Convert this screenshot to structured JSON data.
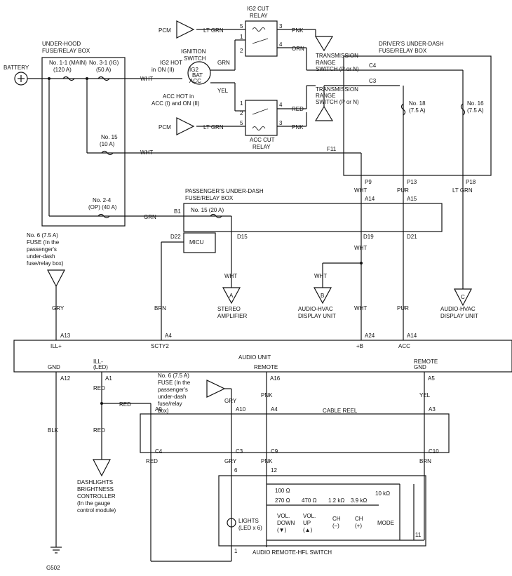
{
  "labels": {
    "battery": "BATTERY",
    "underhood_1": "UNDER-HOOD",
    "underhood_2": "FUSE/RELAY BOX",
    "fuse_main_1": "No. 1-1 (MAIN)",
    "fuse_main_2": "(120 A)",
    "fuse_ig_1": "No. 3-1 (IG)",
    "fuse_ig_2": "(50 A)",
    "fuse15_1": "No. 15",
    "fuse15_2": "(10 A)",
    "fuse24_1": "No. 2-4",
    "fuse24_2": "(OP) (40 A)",
    "ig2_hot_1": "IG2 HOT",
    "ig2_hot_2": "in ON (II)",
    "ign_sw_1": "IGNITION",
    "ign_sw_2": "SWITCH",
    "ig2": "IG2",
    "bat": "BAT",
    "acc": "ACC",
    "acc_hot_1": "ACC HOT in",
    "acc_hot_2": "ACC (I) and ON (II)",
    "wht": "WHT",
    "grn": "GRN",
    "yel": "YEL",
    "pcm": "PCM",
    "lt_grn": "LT GRN",
    "pnk": "PNK",
    "orn": "ORN",
    "red": "RED",
    "ig2cut_1": "IG2 CUT",
    "ig2cut_2": "RELAY",
    "acccut_1": "ACC CUT",
    "acccut_2": "RELAY",
    "trs_1": "TRANSMISSION",
    "trs_2": "RANGE",
    "trs_3": "SWITCH (P or N)",
    "n5": "5",
    "n3": "3",
    "n1": "1",
    "n2": "2",
    "n4": "4",
    "driver_1": "DRIVER'S UNDER-DASH",
    "driver_2": "FUSE/RELAY BOX",
    "c4": "C4",
    "c3": "C3",
    "f11": "F11",
    "fuse18_1": "No. 18",
    "fuse18_2": "(7.5 A)",
    "fuse16_1": "No. 16",
    "fuse16_2": "(7.5 A)",
    "p9": "P9",
    "p13": "P13",
    "p18": "P18",
    "pur": "PUR",
    "a14": "A14",
    "a15": "A15",
    "pass_1": "PASSENGER'S UNDER-DASH",
    "pass_2": "FUSE/RELAY BOX",
    "b1": "B1",
    "fuse15b": "No. 15 (20 A)",
    "d22": "D22",
    "d15": "D15",
    "d19": "D19",
    "d21": "D21",
    "micu": "MICU",
    "fuse6_1": "No. 6 (7.5 A)",
    "fuse6_2": "FUSE (In the",
    "fuse6_3": "passenger's",
    "fuse6_4": "under-dash",
    "fuse6_5": "fuse/relay box)",
    "gry": "GRY",
    "brn": "BRN",
    "conn_a": "A",
    "conn_b": "B",
    "conn_c": "C",
    "stereo_1": "STEREO",
    "stereo_2": "AMPLIFIER",
    "ahvac_1": "AUDIO-HVAC",
    "ahvac_2": "DISPLAY UNIT",
    "a13": "A13",
    "a4": "A4",
    "a24": "A24",
    "ill_plus": "ILL+",
    "scty2": "SCTY2",
    "plus_b": "+B",
    "acc_pin": "ACC",
    "audio_unit": "AUDIO UNIT",
    "gnd": "GND",
    "ill_led_1": "ILL-",
    "ill_led_2": "(LED)",
    "remote": "REMOTE",
    "remote_gnd_1": "REMOTE",
    "remote_gnd_2": "GND",
    "a12": "A12",
    "a1": "A1",
    "a16": "A16",
    "a5": "A5",
    "fuse6b_1": "No. 6 (7.5 A)",
    "fuse6b_2": "FUSE (In the",
    "fuse6b_3": "passenger's",
    "fuse6b_4": "under-dash",
    "fuse6b_5": "fuse/relay",
    "fuse6b_6": "box)",
    "a9": "A9",
    "a10": "A10",
    "a3": "A3",
    "cable_reel": "CABLE REEL",
    "c9": "C9",
    "c10": "C10",
    "blk": "BLK",
    "dash_1": "DASHLIGHTS",
    "dash_2": "BRIGHTNESS",
    "dash_3": "CONTROLLER",
    "dash_4": "(In the gauge",
    "dash_5": "control module)",
    "n6": "6",
    "n12": "12",
    "n11": "11",
    "r100": "100 Ω",
    "r270": "270 Ω",
    "r470": "470 Ω",
    "r12k": "1.2 kΩ",
    "r39k": "3.9 kΩ",
    "r10k": "10 kΩ",
    "lights_1": "LIGHTS",
    "lights_2": "(LED x 6)",
    "vold_1": "VOL.",
    "vold_2": "DOWN",
    "vold_3": "(▼)",
    "volu_1": "VOL.",
    "volu_2": "UP",
    "volu_3": "(▲)",
    "chm_1": "CH",
    "chm_2": "(–)",
    "chp_1": "CH",
    "chp_2": "(+)",
    "mode": "MODE",
    "hfl": "AUDIO REMOTE-HFL SWITCH",
    "g502": "G502"
  }
}
